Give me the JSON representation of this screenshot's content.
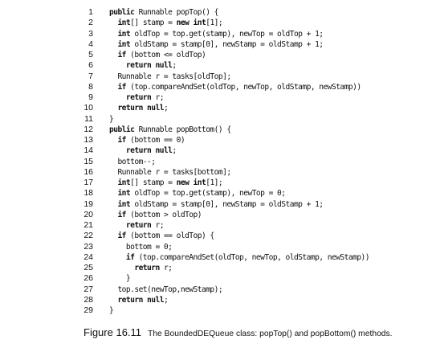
{
  "code": {
    "lines": [
      {
        "num": "1",
        "tokens": [
          {
            "t": "public",
            "kw": true
          },
          {
            "t": " Runnable popTop() {"
          }
        ]
      },
      {
        "num": "2",
        "tokens": [
          {
            "t": "  "
          },
          {
            "t": "int",
            "kw": true
          },
          {
            "t": "[] stamp = "
          },
          {
            "t": "new int",
            "kw": true
          },
          {
            "t": "[1];"
          }
        ]
      },
      {
        "num": "3",
        "tokens": [
          {
            "t": "  "
          },
          {
            "t": "int",
            "kw": true
          },
          {
            "t": " oldTop = top.get(stamp), newTop = oldTop + 1;"
          }
        ]
      },
      {
        "num": "4",
        "tokens": [
          {
            "t": "  "
          },
          {
            "t": "int",
            "kw": true
          },
          {
            "t": " oldStamp = stamp[0], newStamp = oldStamp + 1;"
          }
        ]
      },
      {
        "num": "5",
        "tokens": [
          {
            "t": "  "
          },
          {
            "t": "if",
            "kw": true
          },
          {
            "t": " (bottom <= oldTop)"
          }
        ]
      },
      {
        "num": "6",
        "tokens": [
          {
            "t": "    "
          },
          {
            "t": "return null",
            "kw": true
          },
          {
            "t": ";"
          }
        ]
      },
      {
        "num": "7",
        "tokens": [
          {
            "t": "  Runnable r = tasks[oldTop];"
          }
        ]
      },
      {
        "num": "8",
        "tokens": [
          {
            "t": "  "
          },
          {
            "t": "if",
            "kw": true
          },
          {
            "t": " (top.compareAndSet(oldTop, newTop, oldStamp, newStamp))"
          }
        ]
      },
      {
        "num": "9",
        "tokens": [
          {
            "t": "    "
          },
          {
            "t": "return",
            "kw": true
          },
          {
            "t": " r;"
          }
        ]
      },
      {
        "num": "10",
        "tokens": [
          {
            "t": "  "
          },
          {
            "t": "return null",
            "kw": true
          },
          {
            "t": ";"
          }
        ]
      },
      {
        "num": "11",
        "tokens": [
          {
            "t": "}"
          }
        ]
      },
      {
        "num": "12",
        "tokens": [
          {
            "t": "public",
            "kw": true
          },
          {
            "t": " Runnable popBottom() {"
          }
        ]
      },
      {
        "num": "13",
        "tokens": [
          {
            "t": "  "
          },
          {
            "t": "if",
            "kw": true
          },
          {
            "t": " (bottom == 0)"
          }
        ]
      },
      {
        "num": "14",
        "tokens": [
          {
            "t": "    "
          },
          {
            "t": "return null",
            "kw": true
          },
          {
            "t": ";"
          }
        ]
      },
      {
        "num": "15",
        "tokens": [
          {
            "t": "  bottom--;"
          }
        ]
      },
      {
        "num": "16",
        "tokens": [
          {
            "t": "  Runnable r = tasks[bottom];"
          }
        ]
      },
      {
        "num": "17",
        "tokens": [
          {
            "t": "  "
          },
          {
            "t": "int",
            "kw": true
          },
          {
            "t": "[] stamp = "
          },
          {
            "t": "new int",
            "kw": true
          },
          {
            "t": "[1];"
          }
        ]
      },
      {
        "num": "18",
        "tokens": [
          {
            "t": "  "
          },
          {
            "t": "int",
            "kw": true
          },
          {
            "t": " oldTop = top.get(stamp), newTop = 0;"
          }
        ]
      },
      {
        "num": "19",
        "tokens": [
          {
            "t": "  "
          },
          {
            "t": "int",
            "kw": true
          },
          {
            "t": " oldStamp = stamp[0], newStamp = oldStamp + 1;"
          }
        ]
      },
      {
        "num": "20",
        "tokens": [
          {
            "t": "  "
          },
          {
            "t": "if",
            "kw": true
          },
          {
            "t": " (bottom > oldTop)"
          }
        ]
      },
      {
        "num": "21",
        "tokens": [
          {
            "t": "    "
          },
          {
            "t": "return",
            "kw": true
          },
          {
            "t": " r;"
          }
        ]
      },
      {
        "num": "22",
        "tokens": [
          {
            "t": "  "
          },
          {
            "t": "if",
            "kw": true
          },
          {
            "t": " (bottom == oldTop) {"
          }
        ]
      },
      {
        "num": "23",
        "tokens": [
          {
            "t": "    bottom = 0;"
          }
        ]
      },
      {
        "num": "24",
        "tokens": [
          {
            "t": "    "
          },
          {
            "t": "if",
            "kw": true
          },
          {
            "t": " (top.compareAndSet(oldTop, newTop, oldStamp, newStamp))"
          }
        ]
      },
      {
        "num": "25",
        "tokens": [
          {
            "t": "      "
          },
          {
            "t": "return",
            "kw": true
          },
          {
            "t": " r;"
          }
        ]
      },
      {
        "num": "26",
        "tokens": [
          {
            "t": "    }"
          }
        ]
      },
      {
        "num": "27",
        "tokens": [
          {
            "t": "  top.set(newTop,newStamp);"
          }
        ]
      },
      {
        "num": "28",
        "tokens": [
          {
            "t": "  "
          },
          {
            "t": "return null",
            "kw": true
          },
          {
            "t": ";"
          }
        ]
      },
      {
        "num": "29",
        "tokens": [
          {
            "t": "}"
          }
        ]
      }
    ]
  },
  "caption": {
    "label": "Figure 16.11",
    "text": "The BoundedDEQueue class: popTop() and popBottom() methods."
  }
}
